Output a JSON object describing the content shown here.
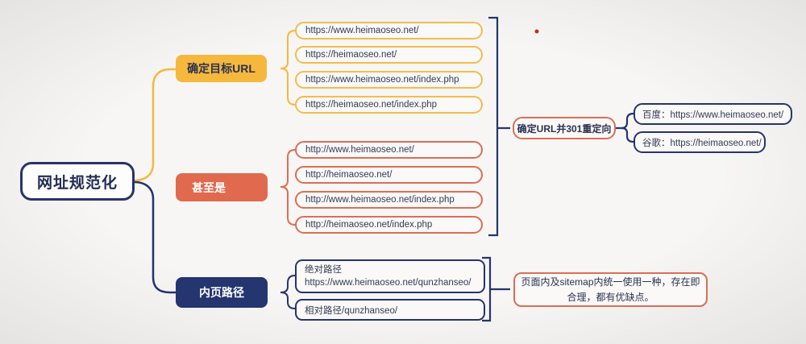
{
  "root": {
    "label": "网址规范化"
  },
  "branch_target": {
    "label": "确定目标URL",
    "urls": [
      "https://www.heimaoseo.net/",
      "https://heimaoseo.net/",
      "https://www.heimaoseo.net/index.php",
      "https://heimaoseo.net/index.php"
    ]
  },
  "branch_even": {
    "label": "甚至是",
    "urls": [
      "http://www.heimaoseo.net/",
      "http://heimaoseo.net/",
      "http://www.heimaoseo.net/index.php",
      "http://heimaoseo.net/index.php"
    ]
  },
  "branch_inner": {
    "label": "内页路径",
    "absolute_path": {
      "line1": "绝对路径",
      "line2": "https://www.heimaoseo.net/qunzhanseo/"
    },
    "relative_path": "相对路径/qunzhanseo/"
  },
  "redirect": {
    "label": "确定URL并301重定向",
    "baidu": "百度：https://www.heimaoseo.net/",
    "google": "谷歌：https://heimaoseo.net/"
  },
  "note": {
    "text": "页面内及sitemap内统一使用一种，存在即合理，都有优缺点。"
  },
  "colors": {
    "yellow": "#F5B83D",
    "salmon": "#E0694E",
    "navy": "#27336D",
    "text": "#323A56",
    "background": "#F4F3F1"
  }
}
